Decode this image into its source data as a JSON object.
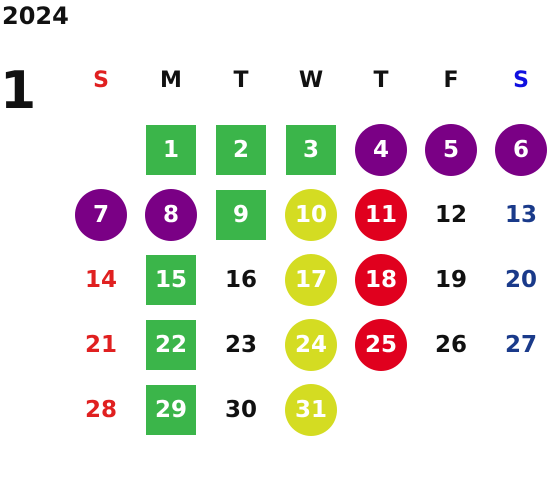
{
  "year": "2024",
  "month": "1",
  "colors": {
    "sunday_text": "#e02020",
    "saturday_text": "#1a3a8a",
    "saturday_header": "#1010e0",
    "weekday_text": "#111111",
    "square": "#3bb54a",
    "circle_purple": "#7a0085",
    "circle_yellow": "#d4dc22",
    "circle_red": "#e0001e",
    "on_marker": "#ffffff"
  },
  "weekdays": [
    {
      "label": "S",
      "kind": "sun"
    },
    {
      "label": "M",
      "kind": "wk"
    },
    {
      "label": "T",
      "kind": "wk"
    },
    {
      "label": "W",
      "kind": "wk"
    },
    {
      "label": "T",
      "kind": "wk"
    },
    {
      "label": "F",
      "kind": "wk"
    },
    {
      "label": "S",
      "kind": "sat"
    }
  ],
  "days": [
    {
      "day": "1",
      "dow": 1,
      "week": 0,
      "marker": "square"
    },
    {
      "day": "2",
      "dow": 2,
      "week": 0,
      "marker": "square"
    },
    {
      "day": "3",
      "dow": 3,
      "week": 0,
      "marker": "square"
    },
    {
      "day": "4",
      "dow": 4,
      "week": 0,
      "marker": "circle_purple"
    },
    {
      "day": "5",
      "dow": 5,
      "week": 0,
      "marker": "circle_purple"
    },
    {
      "day": "6",
      "dow": 6,
      "week": 0,
      "marker": "circle_purple"
    },
    {
      "day": "7",
      "dow": 0,
      "week": 1,
      "marker": "circle_purple"
    },
    {
      "day": "8",
      "dow": 1,
      "week": 1,
      "marker": "circle_purple"
    },
    {
      "day": "9",
      "dow": 2,
      "week": 1,
      "marker": "square"
    },
    {
      "day": "10",
      "dow": 3,
      "week": 1,
      "marker": "circle_yellow"
    },
    {
      "day": "11",
      "dow": 4,
      "week": 1,
      "marker": "circle_red"
    },
    {
      "day": "12",
      "dow": 5,
      "week": 1,
      "marker": "none"
    },
    {
      "day": "13",
      "dow": 6,
      "week": 1,
      "marker": "none"
    },
    {
      "day": "14",
      "dow": 0,
      "week": 2,
      "marker": "none"
    },
    {
      "day": "15",
      "dow": 1,
      "week": 2,
      "marker": "square"
    },
    {
      "day": "16",
      "dow": 2,
      "week": 2,
      "marker": "none"
    },
    {
      "day": "17",
      "dow": 3,
      "week": 2,
      "marker": "circle_yellow"
    },
    {
      "day": "18",
      "dow": 4,
      "week": 2,
      "marker": "circle_red"
    },
    {
      "day": "19",
      "dow": 5,
      "week": 2,
      "marker": "none"
    },
    {
      "day": "20",
      "dow": 6,
      "week": 2,
      "marker": "none"
    },
    {
      "day": "21",
      "dow": 0,
      "week": 3,
      "marker": "none"
    },
    {
      "day": "22",
      "dow": 1,
      "week": 3,
      "marker": "square"
    },
    {
      "day": "23",
      "dow": 2,
      "week": 3,
      "marker": "none"
    },
    {
      "day": "24",
      "dow": 3,
      "week": 3,
      "marker": "circle_yellow"
    },
    {
      "day": "25",
      "dow": 4,
      "week": 3,
      "marker": "circle_red"
    },
    {
      "day": "26",
      "dow": 5,
      "week": 3,
      "marker": "none"
    },
    {
      "day": "27",
      "dow": 6,
      "week": 3,
      "marker": "none"
    },
    {
      "day": "28",
      "dow": 0,
      "week": 4,
      "marker": "none"
    },
    {
      "day": "29",
      "dow": 1,
      "week": 4,
      "marker": "square"
    },
    {
      "day": "30",
      "dow": 2,
      "week": 4,
      "marker": "none"
    },
    {
      "day": "31",
      "dow": 3,
      "week": 4,
      "marker": "circle_yellow"
    }
  ]
}
